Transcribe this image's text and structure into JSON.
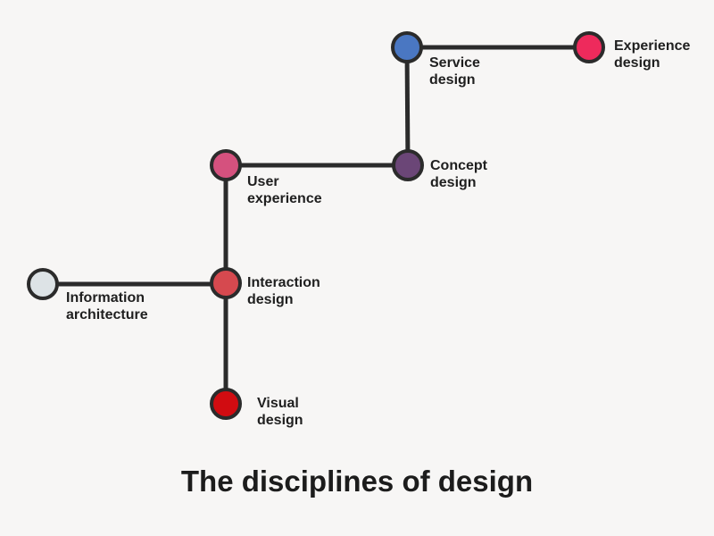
{
  "title": "The disciplines of design",
  "diagram": {
    "background_color": "#f7f6f5",
    "stroke_color": "#2b2b2b",
    "text_color": "#1f1f1f",
    "nodes": {
      "service": {
        "line1": "Service",
        "line2": "design",
        "color": "#4a77c2"
      },
      "experience": {
        "line1": "Experience",
        "line2": "design",
        "color": "#ee2a5c"
      },
      "concept": {
        "line1": "Concept",
        "line2": "design",
        "color": "#6b4677"
      },
      "user_experience": {
        "line1": "User",
        "line2": "experience",
        "color": "#d5517e"
      },
      "interaction": {
        "line1": "Interaction",
        "line2": "design",
        "color": "#d6494f"
      },
      "information_architecture": {
        "line1": "Information",
        "line2": "architecture",
        "color": "#dde3e6"
      },
      "visual": {
        "line1": "Visual",
        "line2": "design",
        "color": "#d10c11"
      }
    }
  }
}
